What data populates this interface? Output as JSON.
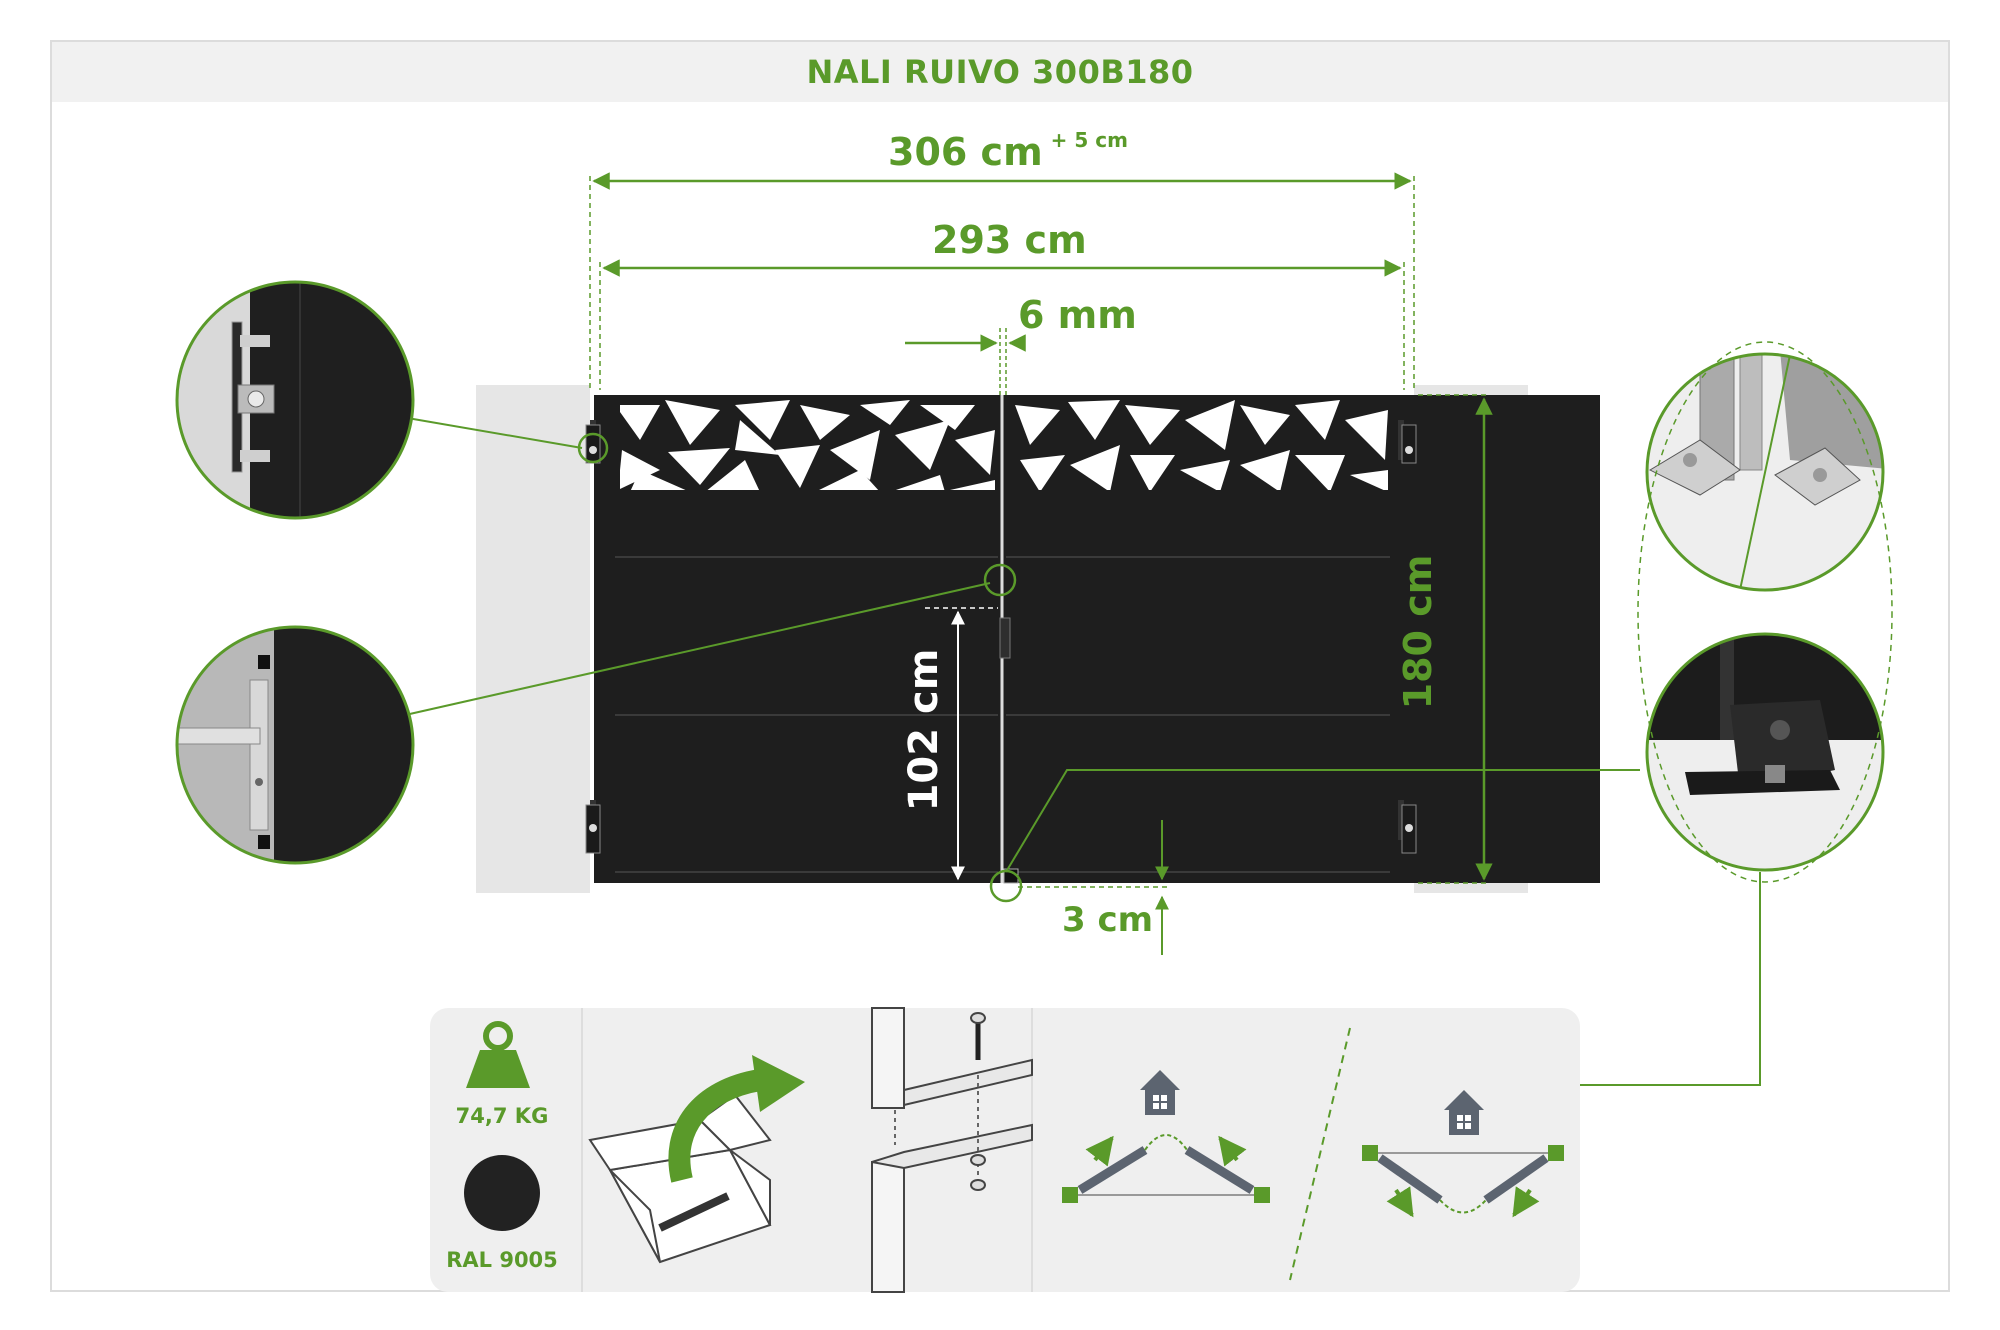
{
  "title": "NALI RUIVO 300B180",
  "dimensions": {
    "overall_width": "306 cm",
    "overall_width_tolerance": "+ 5 cm",
    "gate_width": "293 cm",
    "gap": "6 mm",
    "height": "180 cm",
    "handle_height": "102 cm",
    "ground_clearance": "3 cm"
  },
  "specs": {
    "weight": "74,7 KG",
    "color": "RAL 9005"
  },
  "colors": {
    "accent_green": "#5a9a2a",
    "gate_black": "#1e1e1e",
    "post_grey": "#e6e6e6",
    "panel_bg": "#efefef"
  },
  "icons": [
    "weight-icon",
    "color-swatch-icon",
    "box-unpack-icon",
    "post-assembly-icon",
    "inward-opening-icon",
    "outward-opening-icon"
  ]
}
